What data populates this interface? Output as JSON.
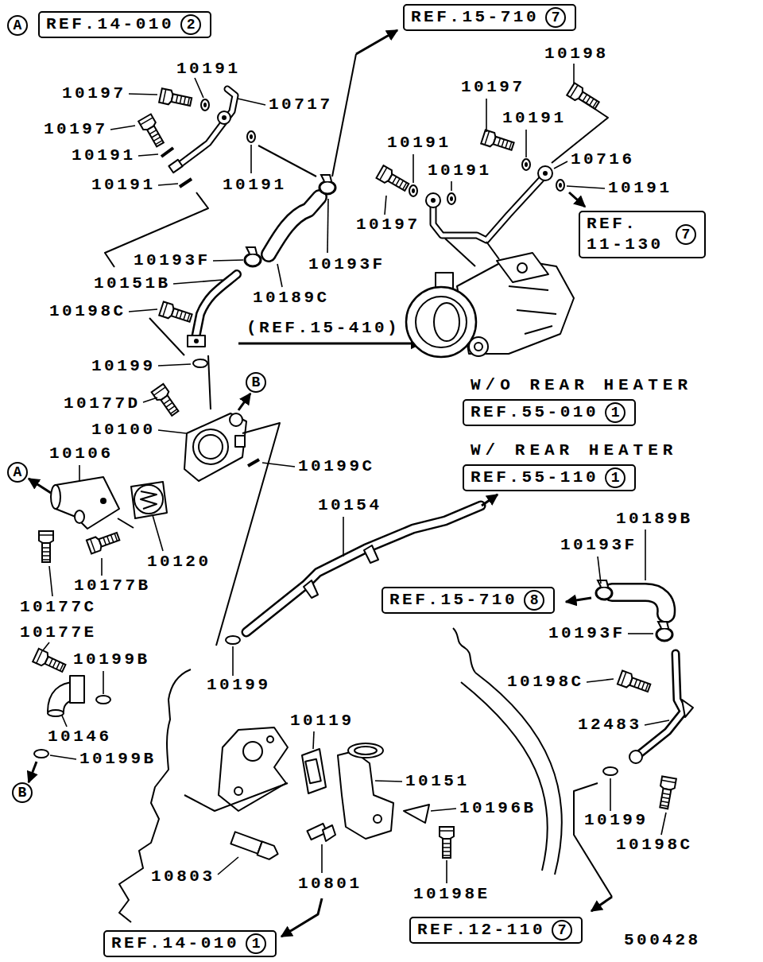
{
  "diagram": {
    "nodes": [
      {
        "text": [
          "A"
        ]
      },
      {
        "text": [
          "REF.14-010"
        ]
      },
      {
        "text": [
          "2"
        ],
        "in": 1
      },
      {
        "text": [
          "REF.15-710"
        ]
      },
      {
        "text": [
          "7"
        ],
        "in": 3
      },
      {
        "text": [
          "REF. 11-130"
        ]
      },
      {
        "text": [
          "7"
        ],
        "in": 5
      },
      {
        "text": [
          "W/O REAR HEATER",
          "REF.55-010"
        ]
      },
      {
        "text": [
          "1"
        ],
        "in": 7
      },
      {
        "text": [
          "W/ REAR HEATER",
          "REF.55-110"
        ]
      },
      {
        "text": [
          "1"
        ],
        "in": 9
      },
      {
        "text": [
          "B"
        ]
      },
      {
        "text": [
          "A"
        ]
      },
      {
        "text": [
          "REF.15-710"
        ]
      },
      {
        "text": [
          "8"
        ],
        "in": 13
      },
      {
        "text": [
          "B"
        ]
      },
      {
        "text": [
          "REF.14-010"
        ]
      },
      {
        "text": [
          "1"
        ],
        "in": 16
      },
      {
        "text": [
          "REF.12-110"
        ]
      },
      {
        "text": [
          "7"
        ],
        "in": 18
      }
    ],
    "labels": [
      "10191",
      "10197",
      "10717",
      "10197",
      "10191",
      "10191",
      "10191",
      "10198",
      "10197",
      "10191",
      "10191",
      "10716",
      "10191",
      "10191",
      "10197",
      "10193F",
      "10193F",
      "10151B",
      "10189C",
      "10198C",
      "(REF.15-410)",
      "10199",
      "10177D",
      "10100",
      "10106",
      "10199C",
      "10154",
      "10189B",
      "10193F",
      "10120",
      "10177B",
      "10177C",
      "10193F",
      "10177E",
      "10199B",
      "10199",
      "10198C",
      "12483",
      "10146",
      "10119",
      "10199B",
      "10151",
      "10196B",
      "10199",
      "10198C",
      "10803",
      "10801",
      "10198E",
      "500428"
    ]
  }
}
